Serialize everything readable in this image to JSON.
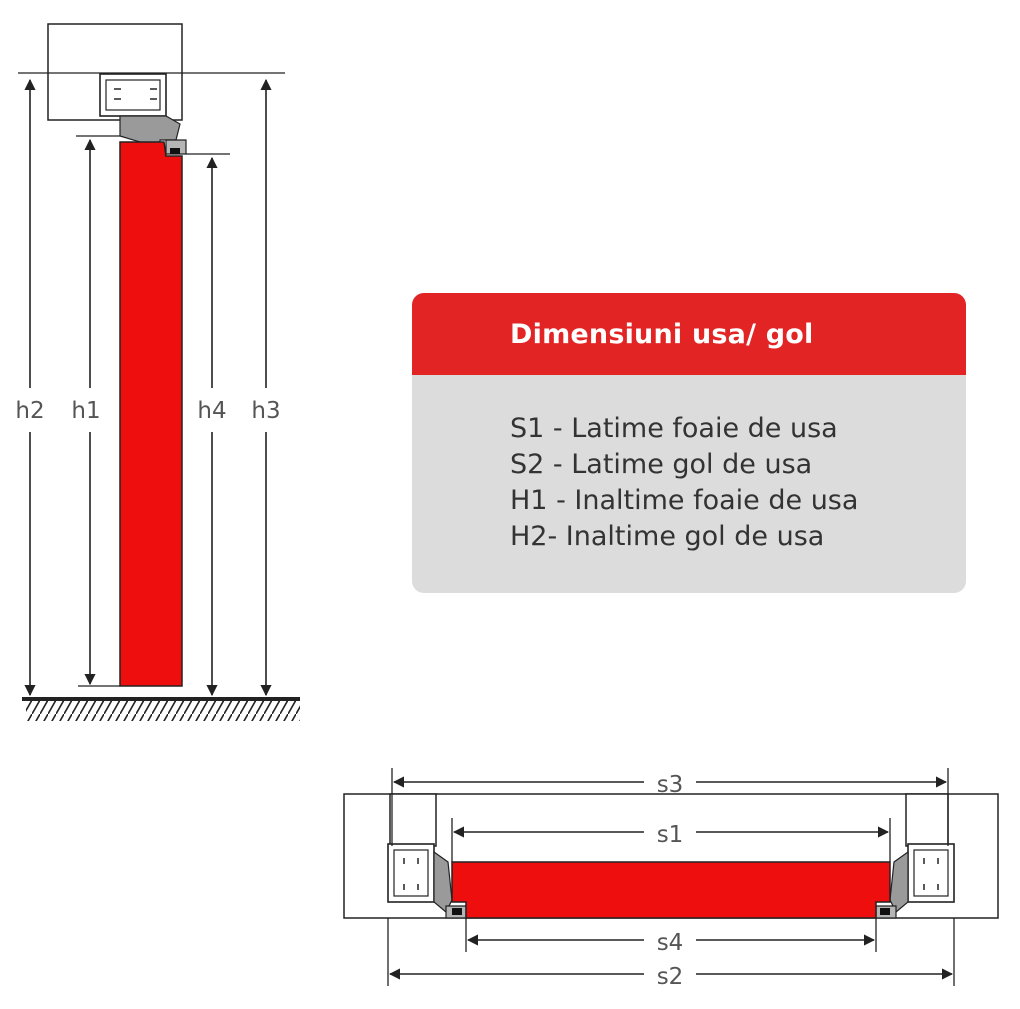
{
  "colors": {
    "door_leaf": "#ee0e0e",
    "accent": "#e32424",
    "card_bg": "#dcdcdc",
    "frame": "#222222",
    "profile": "#9a9a9a"
  },
  "legend": {
    "title": "Dimensiuni usa/ gol",
    "items": [
      "S1 - Latime foaie de usa",
      "S2 - Latime gol de usa",
      "H1 - Inaltime foaie de usa",
      "H2- Inaltime gol de usa"
    ]
  },
  "side_view": {
    "labels": {
      "h2": "h2",
      "h1": "h1",
      "h4": "h4",
      "h3": "h3"
    }
  },
  "top_view": {
    "labels": {
      "s3": "s3",
      "s1": "s1",
      "s4": "s4",
      "s2": "s2"
    }
  }
}
